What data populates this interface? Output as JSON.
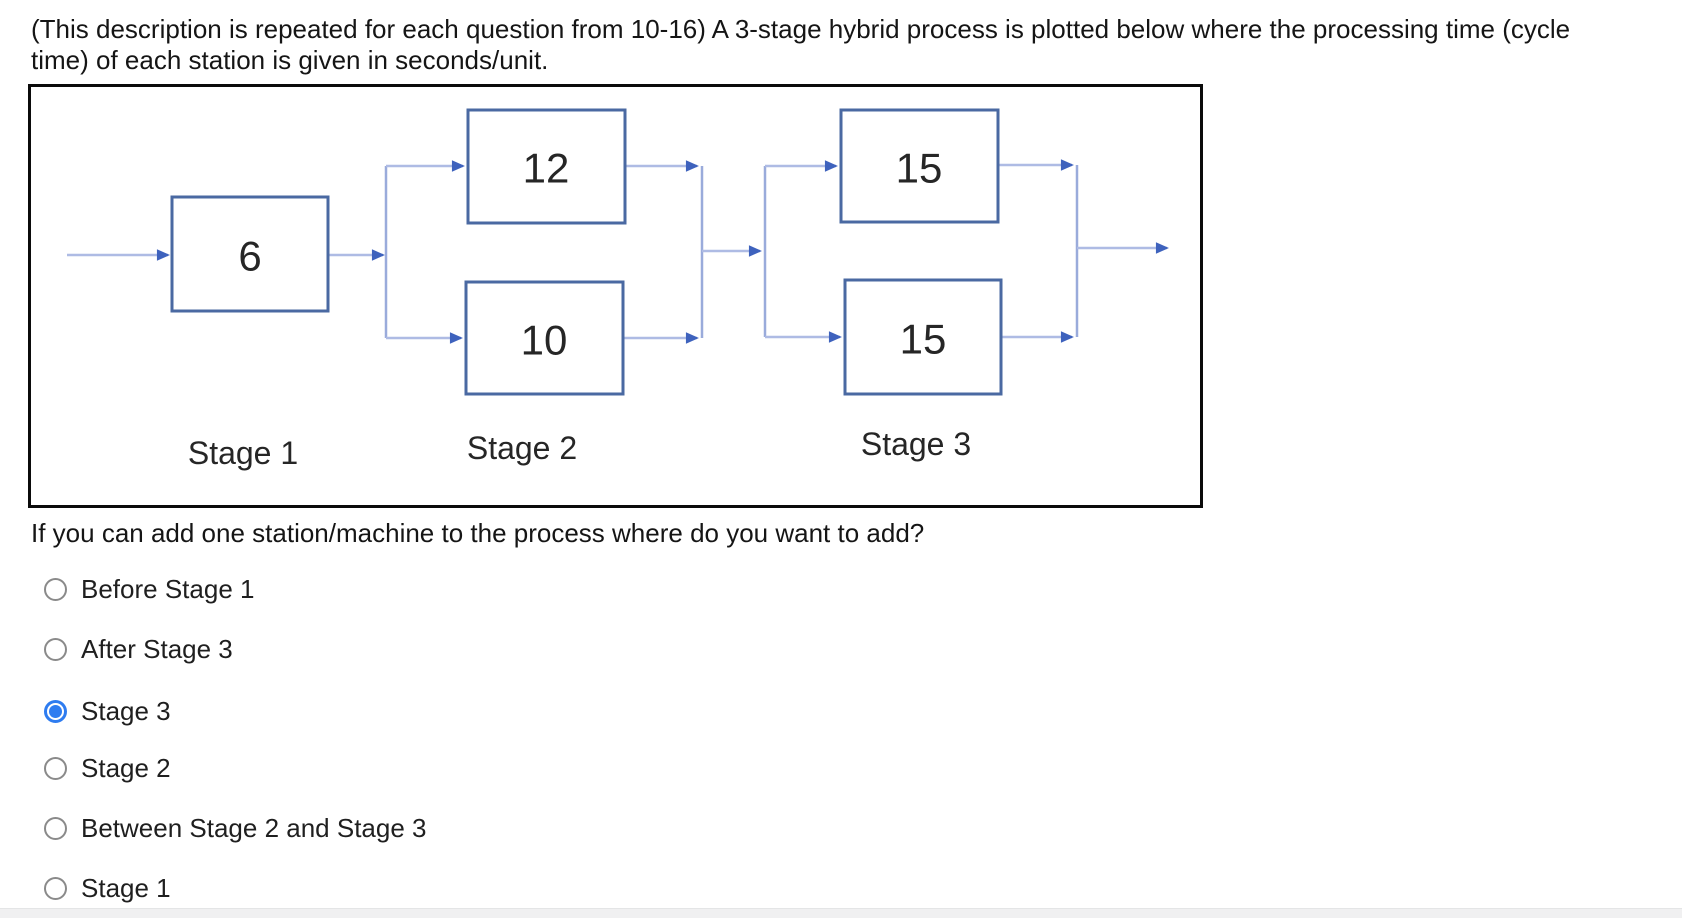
{
  "description": {
    "line1": "(This description is repeated for each question from 10-16) A 3-stage hybrid process is plotted below where the processing time (cycle",
    "line2": "time) of each station is given in seconds/unit."
  },
  "diagram": {
    "stations": {
      "stage1": "6",
      "stage2_top": "12",
      "stage2_bottom": "10",
      "stage3_top": "15",
      "stage3_bottom": "15"
    },
    "stage_labels": [
      "Stage 1",
      "Stage 2",
      "Stage 3"
    ],
    "units": "seconds/unit",
    "colors": {
      "station_border": "#4a69a2",
      "connector_line": "#a4b3e0",
      "arrowhead": "#3e62bd",
      "frame_border": "#000000"
    }
  },
  "question": {
    "text": "If you can add one station/machine to the process where do you want to add?",
    "options": [
      {
        "label": "Before Stage 1",
        "selected": false
      },
      {
        "label": "After Stage 3",
        "selected": false
      },
      {
        "label": "Stage 3",
        "selected": true
      },
      {
        "label": "Stage 2",
        "selected": false
      },
      {
        "label": "Between Stage 2 and Stage 3",
        "selected": false
      },
      {
        "label": "Stage 1",
        "selected": false
      }
    ],
    "radio_selected_color": "#2e7cf0"
  }
}
